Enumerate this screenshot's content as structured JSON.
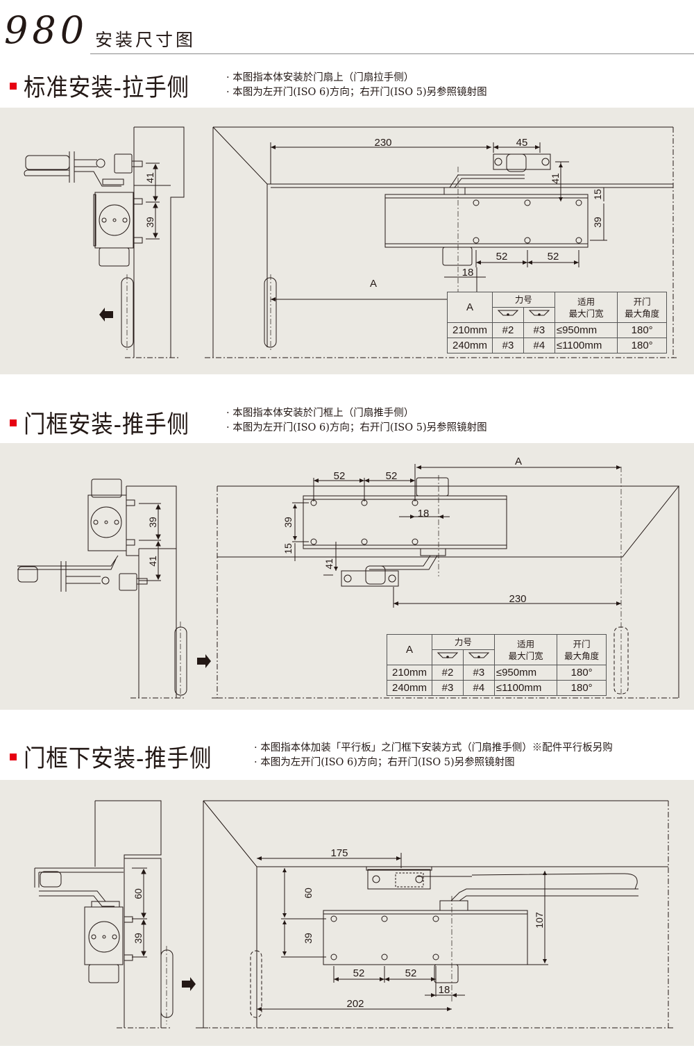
{
  "header": {
    "model_number": "980",
    "title": "安装尺寸图"
  },
  "colors": {
    "accent_bullet": "#e60012",
    "panel_background": "#ebe9e3",
    "line": "#231815"
  },
  "sections": [
    {
      "title": "标准安装-拉手侧",
      "notes": [
        "· 本图指本体安装於门扇上（门扇拉手侧）",
        "· 本图为左开门(ISO 6)方向；右开门(ISO 5)另参照镜射图"
      ],
      "side_view": {
        "dims": [
          "41",
          "39"
        ],
        "arrow": "left"
      },
      "top_view": {
        "dims": {
          "arm_length": "230",
          "shoe": "45",
          "shoe_offset": "41",
          "top_edge": "15",
          "hole_v": "39",
          "hole_h1": "52",
          "hole_h2": "52",
          "axis_offset": "18",
          "a_label": "A"
        }
      }
    },
    {
      "title": "门框安装-推手侧",
      "notes": [
        "· 本图指本体安装於门框上（门扇推手侧）",
        "· 本图为左开门(ISO 6)方向；右开门(ISO 5)另参照镜射图"
      ],
      "side_view": {
        "dims": [
          "39",
          "41"
        ],
        "arrow": "right"
      },
      "top_view": {
        "dims": {
          "a_label": "A",
          "hole_h1": "52",
          "hole_h2": "52",
          "axis_offset": "18",
          "hole_v": "39",
          "bottom_edge": "15",
          "shoe_offset": "41",
          "arm_length": "230"
        }
      }
    },
    {
      "title": "门框下安装-推手侧",
      "notes": [
        "· 本图指本体加装「平行板」之门框下安装方式（门扇推手侧）※配件平行板另购",
        "· 本图为左开门(ISO 6)方向；右开门(ISO 5)另参照镜射图"
      ],
      "side_view": {
        "dims": [
          "60",
          "39"
        ],
        "arrow": "right"
      },
      "top_view": {
        "dims": {
          "plate_offset": "175",
          "plate_drop": "60",
          "hole_v": "39",
          "overall": "107",
          "hole_h1": "52",
          "hole_h2": "52",
          "axis_offset": "18",
          "hinge_to_axis": "202"
        }
      }
    }
  ],
  "spec_table": {
    "headers": {
      "a": "A",
      "force": "力号",
      "door_width_1": "适用",
      "door_width_2": "最大门宽",
      "angle_1": "开门",
      "angle_2": "最大角度"
    },
    "rows": [
      {
        "a": "210mm",
        "force_1": "#2",
        "force_2": "#3",
        "max_width": "≤950mm",
        "max_angle": "180°"
      },
      {
        "a": "240mm",
        "force_1": "#3",
        "force_2": "#4",
        "max_width": "≤1100mm",
        "max_angle": "180°"
      }
    ]
  }
}
